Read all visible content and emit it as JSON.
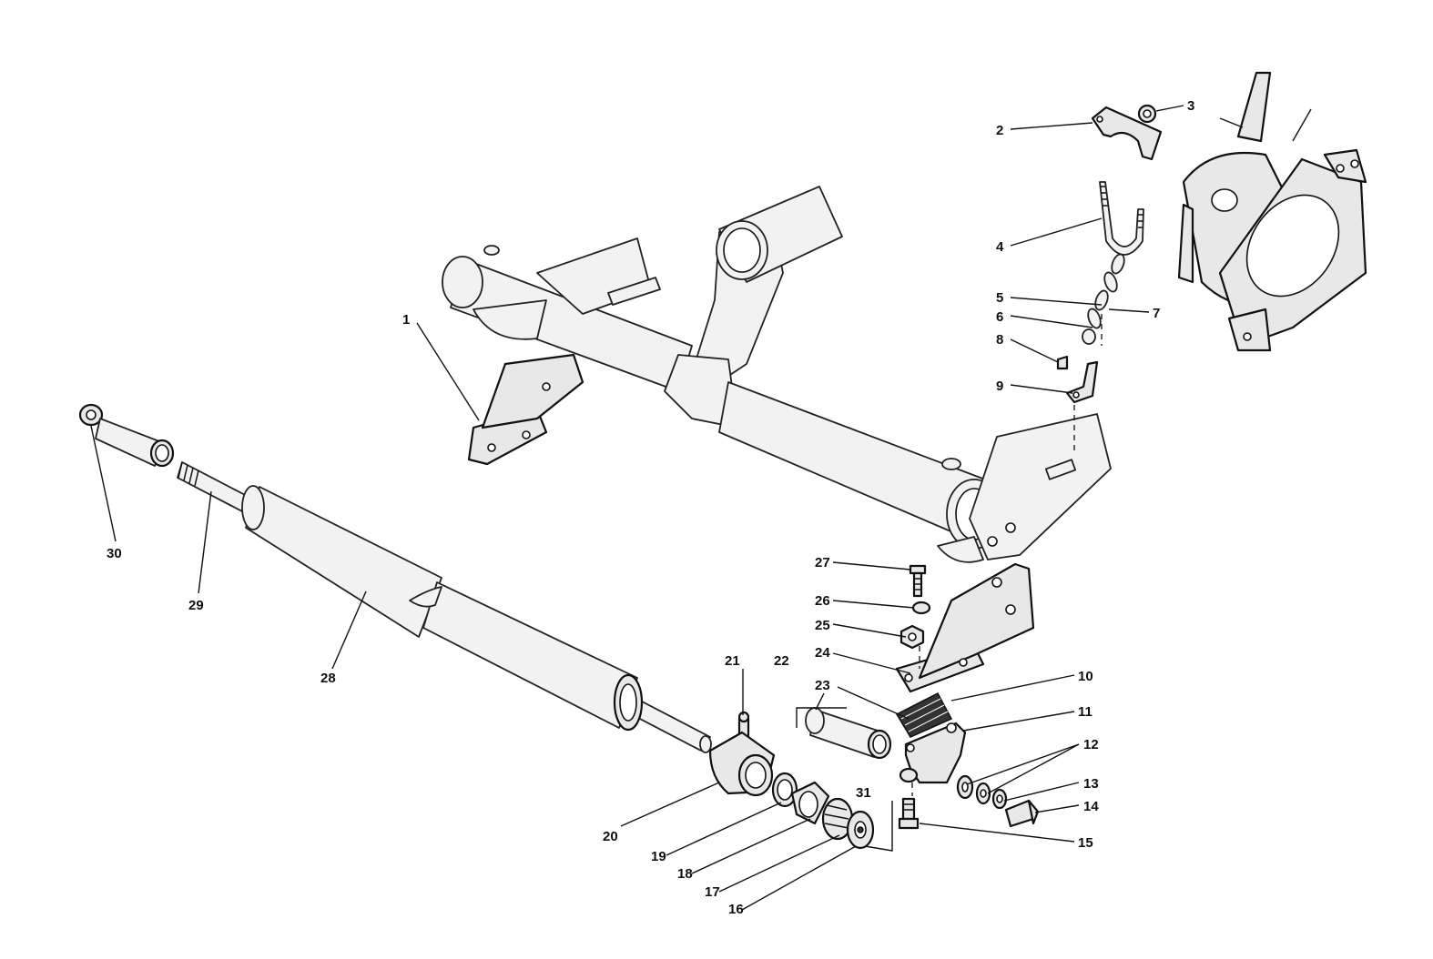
{
  "diagram": {
    "callouts": [
      {
        "id": "1",
        "label": "1"
      },
      {
        "id": "2",
        "label": "2"
      },
      {
        "id": "3",
        "label": "3"
      },
      {
        "id": "4",
        "label": "4"
      },
      {
        "id": "5",
        "label": "5"
      },
      {
        "id": "6",
        "label": "6"
      },
      {
        "id": "7",
        "label": "7"
      },
      {
        "id": "8",
        "label": "8"
      },
      {
        "id": "9",
        "label": "9"
      },
      {
        "id": "10",
        "label": "10"
      },
      {
        "id": "11",
        "label": "11"
      },
      {
        "id": "12",
        "label": "12"
      },
      {
        "id": "13",
        "label": "13"
      },
      {
        "id": "14",
        "label": "14"
      },
      {
        "id": "15",
        "label": "15"
      },
      {
        "id": "16",
        "label": "16"
      },
      {
        "id": "17",
        "label": "17"
      },
      {
        "id": "18",
        "label": "18"
      },
      {
        "id": "19",
        "label": "19"
      },
      {
        "id": "20",
        "label": "20"
      },
      {
        "id": "21",
        "label": "21"
      },
      {
        "id": "22",
        "label": "22"
      },
      {
        "id": "23",
        "label": "23"
      },
      {
        "id": "24",
        "label": "24"
      },
      {
        "id": "25",
        "label": "25"
      },
      {
        "id": "26",
        "label": "26"
      },
      {
        "id": "27",
        "label": "27"
      },
      {
        "id": "28",
        "label": "28"
      },
      {
        "id": "29",
        "label": "29"
      },
      {
        "id": "30",
        "label": "30"
      },
      {
        "id": "31",
        "label": "31"
      }
    ]
  }
}
